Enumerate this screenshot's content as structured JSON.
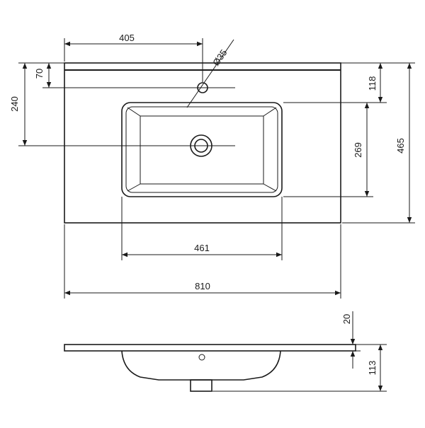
{
  "drawing": {
    "dimensions": {
      "top_width": "405",
      "tap_hole_diameter": "Ø35",
      "front_edge_to_tap": "70",
      "front_edge_to_drain": "240",
      "back_to_tap": "118",
      "bowl_depth": "269",
      "overall_depth": "465",
      "bowl_width": "461",
      "overall_width": "810",
      "top_thickness": "20",
      "overall_height": "113"
    }
  }
}
